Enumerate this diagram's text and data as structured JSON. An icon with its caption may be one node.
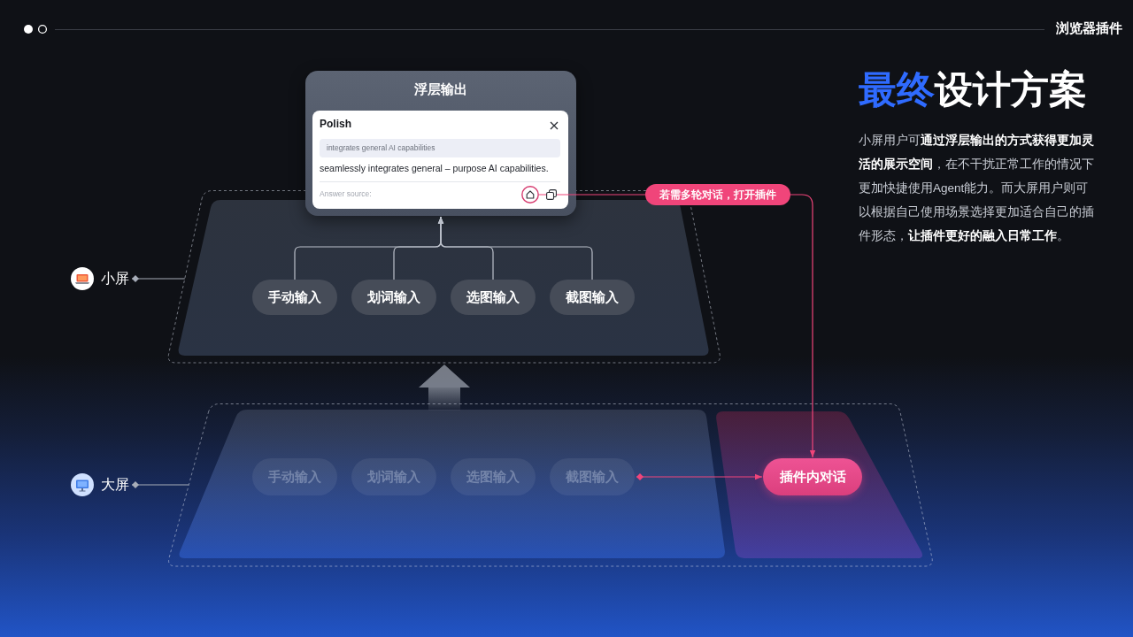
{
  "diagram": {
    "title": "**最终**设计方案",
    "nodes": [
      {
        "text": [
          "小屏"
        ]
      },
      {
        "text": [],
        "shape": "trapezoid"
      },
      {
        "text": [
          "浮层输出"
        ]
      },
      {
        "text": [
          "Polish",
          "integrates general AI capabilities",
          "seamlessly integrates general – purpose AI capabilities.",
          "Answer source:"
        ],
        "in": 2
      },
      {
        "text": [],
        "shape": "circle",
        "in": 3
      },
      {
        "text": [
          "手动输入"
        ],
        "in": 1
      },
      {
        "text": [
          "划词输入"
        ],
        "in": 1
      },
      {
        "text": [
          "选图输入"
        ],
        "in": 1
      },
      {
        "text": [
          "截图输入"
        ],
        "in": 1
      },
      {
        "text": [
          "大屏"
        ]
      },
      {
        "text": [],
        "shape": "trapezoid"
      },
      {
        "text": [],
        "shape": "trapezoid",
        "in": 10
      },
      {
        "text": [],
        "shape": "trapezoid",
        "in": 10
      },
      {
        "text": [
          "手动输入"
        ],
        "in": 11
      },
      {
        "text": [
          "划词输入"
        ],
        "in": 11
      },
      {
        "text": [
          "选图输入"
        ],
        "in": 11
      },
      {
        "text": [
          "截图输入"
        ],
        "in": 11
      },
      {
        "text": [
          "插件内对话"
        ],
        "in": 12
      }
    ],
    "edges": [
      {
        "from": 0,
        "to": 1,
        "arrow": "other"
      },
      {
        "from": 5,
        "to": 2,
        "arrow": "to"
      },
      {
        "from": 6,
        "to": 2,
        "arrow": "to"
      },
      {
        "from": 7,
        "to": 2,
        "arrow": "to"
      },
      {
        "from": 8,
        "to": 2,
        "arrow": "to"
      },
      {
        "from": 4,
        "to": 17,
        "arrow": "to",
        "label": "若需多轮对话，打开插件",
        "color": "#f0457a"
      },
      {
        "from": 9,
        "to": 10,
        "arrow": "other"
      },
      {
        "from": 11,
        "to": 1,
        "arrow": "to",
        "style": "thick"
      },
      {
        "from": 16,
        "to": 17,
        "arrow": "to",
        "color": "#f0457a"
      }
    ],
    "labels": [
      "浏览器插件",
      "小屏用户可**通过浮层输出的方式获得更加灵活的展示空间**，在不干扰正常工作的情况下更加快捷使用Agent能力。而大屏用户则可以根据自己使用场景选择更加适合自己的插件形态，**让插件更好的融入日常工作**。"
    ]
  }
}
